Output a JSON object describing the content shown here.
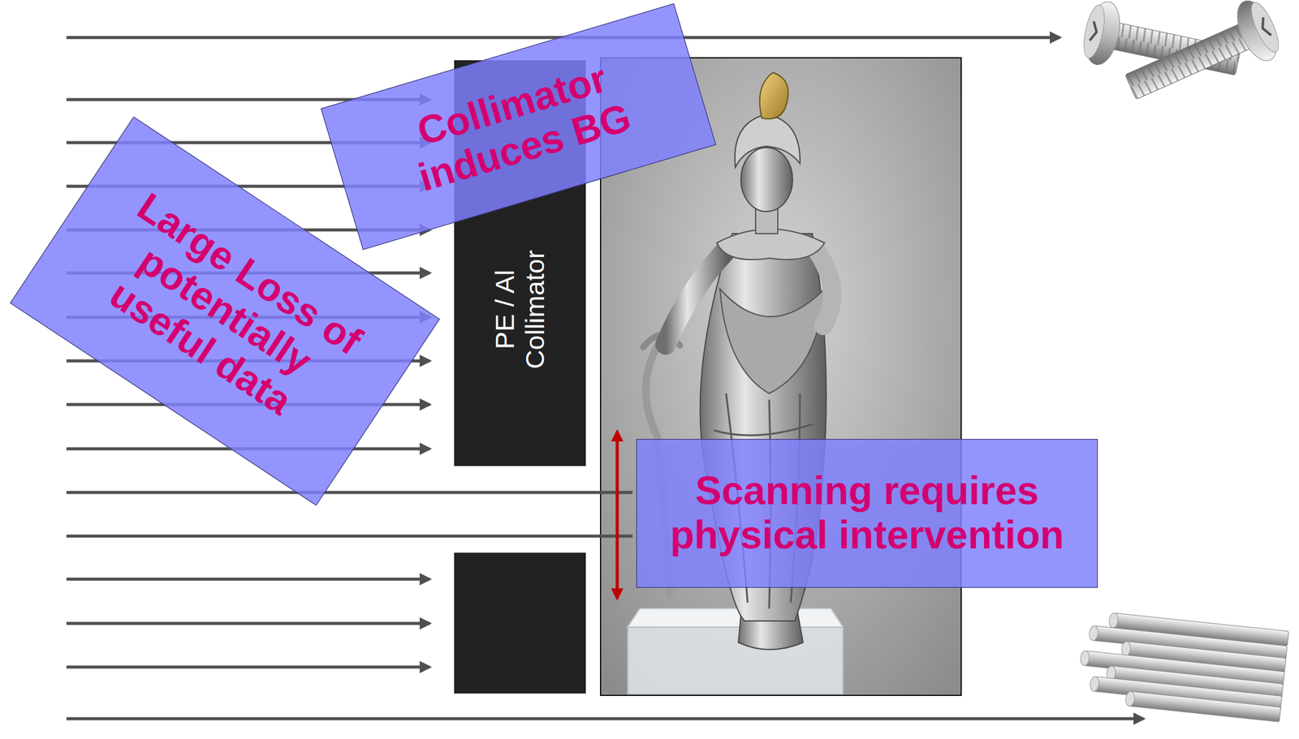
{
  "diagram": {
    "nodes": [
      {
        "text": [
          "Collimator induces BG"
        ]
      },
      {
        "text": [
          "Large Loss of potentially useful data"
        ]
      },
      {
        "text": [
          "PE / Al Collimator"
        ]
      },
      {
        "text": [
          "Scanning requires physical intervention"
        ]
      }
    ]
  }
}
